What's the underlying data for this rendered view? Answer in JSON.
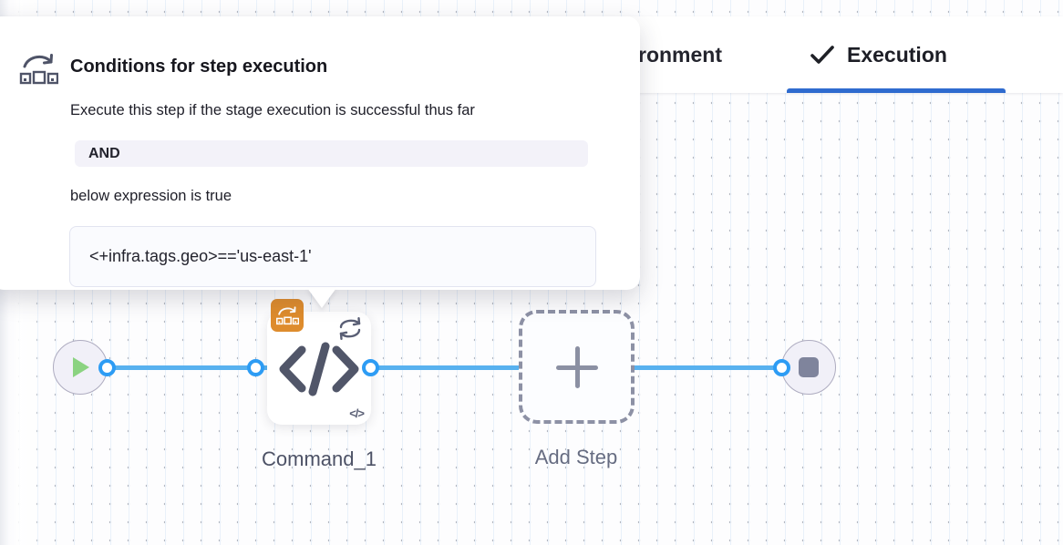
{
  "popover": {
    "icon": "conditional-execution-icon",
    "title": "Conditions for step execution",
    "description": "Execute this step if the stage execution is successful thus far",
    "operator": "AND",
    "expression_label": "below expression is true",
    "expression": "<+infra.tags.geo>=='us-east-1'"
  },
  "tabs": {
    "environment_partial_label": "ronment",
    "execution": {
      "label": "Execution",
      "icon": "check-icon"
    },
    "underline_color": "#2f6bcf"
  },
  "pipeline": {
    "start_node": {
      "icon": "play-icon"
    },
    "step_node": {
      "label": "Command_1",
      "main_icon": "code-icon",
      "corner_icon": "loop-icon",
      "mini_icon_text": "</>",
      "badge_icon": "conditional-execution-icon",
      "badge_color": "#de8c2d"
    },
    "add_step_node": {
      "label": "Add Step",
      "icon": "plus-icon"
    },
    "end_node": {
      "icon": "stop-icon"
    },
    "colors": {
      "line": "#58b1ef",
      "connector_ring": "#2d9cf4",
      "green_play": "#8bd381"
    }
  }
}
